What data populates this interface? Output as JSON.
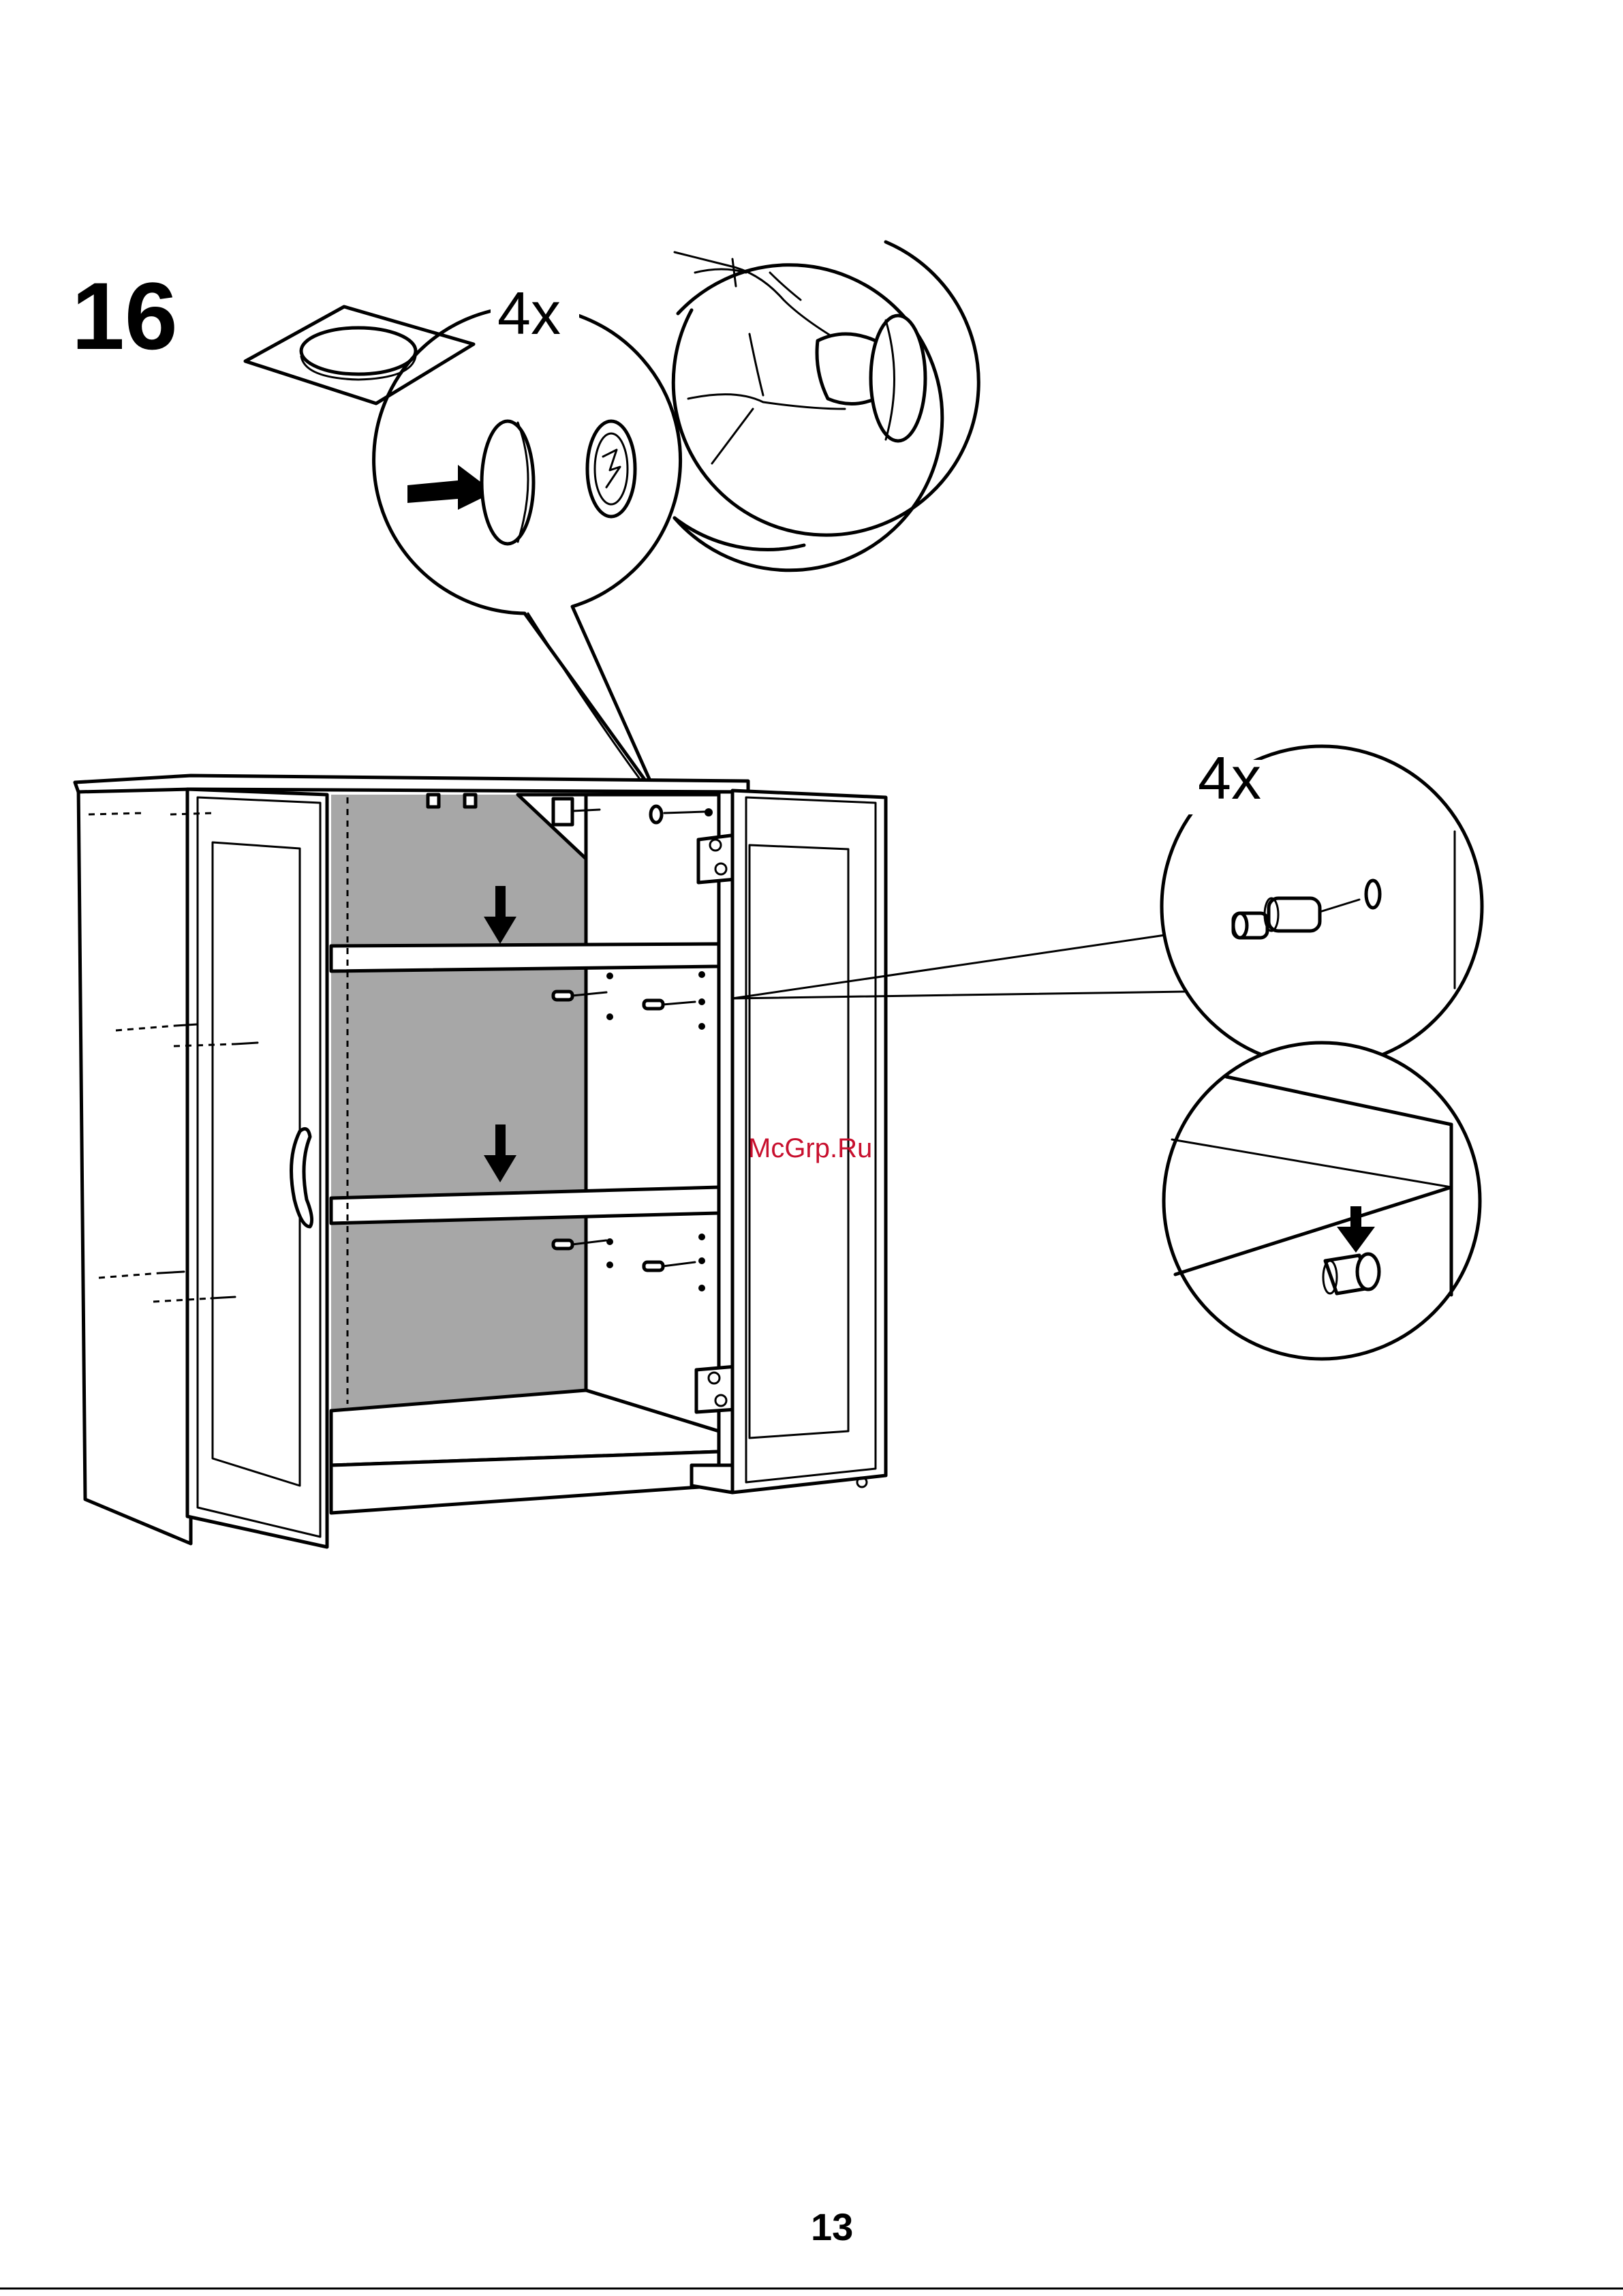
{
  "step": {
    "number": "16"
  },
  "felt_pad_callout": {
    "quantity": "4x"
  },
  "shelf_pin_callout": {
    "quantity": "4x"
  },
  "watermark": "McGrp.Ru",
  "page": {
    "number": "13"
  },
  "icons": [
    "felt-pad-sheet",
    "felt-pad-disc",
    "thumb-press",
    "shelf-pin",
    "push-arrow",
    "down-arrow",
    "hinge"
  ]
}
